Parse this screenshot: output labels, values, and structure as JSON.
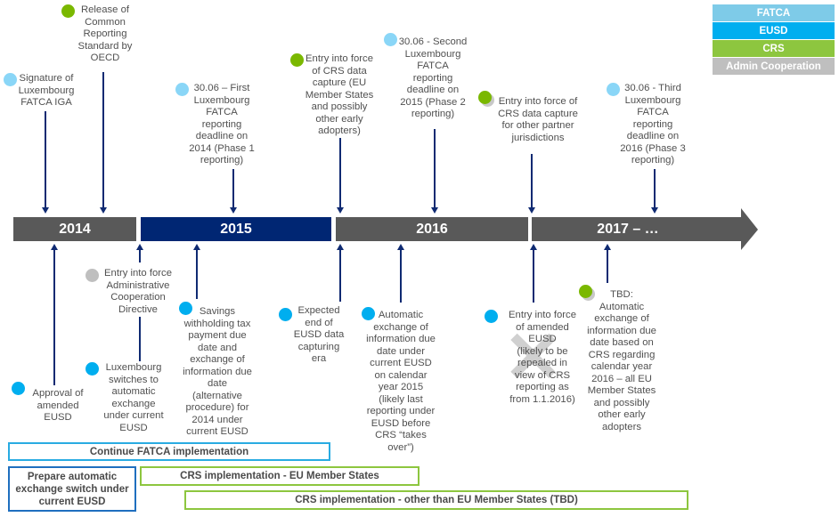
{
  "legend": [
    {
      "label": "FATCA",
      "color": "#7ecbe8"
    },
    {
      "label": "EUSD",
      "color": "#00aeef"
    },
    {
      "label": "CRS",
      "color": "#8dc63f"
    },
    {
      "label": "Admin Cooperation",
      "color": "#bfbfbf"
    }
  ],
  "timeline": {
    "years": [
      {
        "label": "2014",
        "color": "#595959"
      },
      {
        "label": "2015",
        "color": "#002673"
      },
      {
        "label": "2016",
        "color": "#595959"
      },
      {
        "label": "2017 – …",
        "color": "#595959"
      }
    ]
  },
  "events_above": [
    {
      "category": "FATCA",
      "text": "Signature of\nLuxembourg\nFATCA IGA"
    },
    {
      "category": "CRS",
      "text": "Release of\nCommon\nReporting\nStandard by\nOECD"
    },
    {
      "category": "FATCA",
      "text": "30.06 – First\nLuxembourg\nFATCA\nreporting\ndeadline on\n2014 (Phase 1\nreporting)"
    },
    {
      "category": "CRS",
      "text": "Entry into force\nof CRS data\ncapture (EU\nMember States\nand possibly\nother early\nadopters)"
    },
    {
      "category": "FATCA",
      "text": "30.06 - Second\nLuxembourg\nFATCA\nreporting\ndeadline on\n2015 (Phase 2\nreporting)"
    },
    {
      "category": "CRS",
      "text": "Entry into force of\nCRS data capture\nfor other partner\njurisdictions"
    },
    {
      "category": "FATCA",
      "text": "30.06 - Third\nLuxembourg\nFATCA\nreporting\ndeadline on\n2016 (Phase 3\nreporting)"
    }
  ],
  "events_below": [
    {
      "category": "EUSD",
      "text": "Approval of\namended\nEUSD"
    },
    {
      "category": "Admin Cooperation",
      "text": "Entry into force\nAdministrative\nCooperation\nDirective"
    },
    {
      "category": "EUSD",
      "text": "Luxembourg\nswitches to\nautomatic\nexchange\nunder current\nEUSD"
    },
    {
      "category": "EUSD",
      "text": "Savings\nwithholding tax\npayment due\ndate and\nexchange of\ninformation due\ndate\n(alternative\nprocedure) for\n2014 under\ncurrent EUSD"
    },
    {
      "category": "EUSD",
      "text": "Expected\nend of\nEUSD data\ncapturing\nera"
    },
    {
      "category": "EUSD",
      "text": "Automatic\nexchange of\ninformation due\ndate under\ncurrent EUSD\non calendar\nyear 2015\n(likely last\nreporting under\nEUSD before\nCRS “takes\nover”)"
    },
    {
      "category": "EUSD",
      "text": "Entry into force\nof amended\nEUSD\n(likely to be\nrepealed in\nview of CRS\nreporting as\nfrom 1.1.2016)",
      "crossed_out": true
    },
    {
      "category": "CRS",
      "text": "TBD:\nAutomatic\nexchange of\ninformation due\ndate based on\nCRS regarding\ncalendar year\n2016 – all EU\nMember States\nand possibly\nother early\nadopters"
    }
  ],
  "phases": [
    {
      "label": "Continue FATCA implementation",
      "border": "#29abe2"
    },
    {
      "label": "Prepare automatic\nexchange switch under\ncurrent EUSD",
      "border": "#1f6fbf"
    },
    {
      "label": "CRS implementation - EU Member States",
      "border": "#8dc63f"
    },
    {
      "label": "CRS implementation - other than EU Member States (TBD)",
      "border": "#8dc63f"
    }
  ],
  "colors": {
    "arrow": "#0f2a72",
    "FATCA": "#8ad6f7",
    "EUSD": "#00aeef",
    "CRS": "#7ab800",
    "Admin Cooperation": "#bfbfbf"
  }
}
